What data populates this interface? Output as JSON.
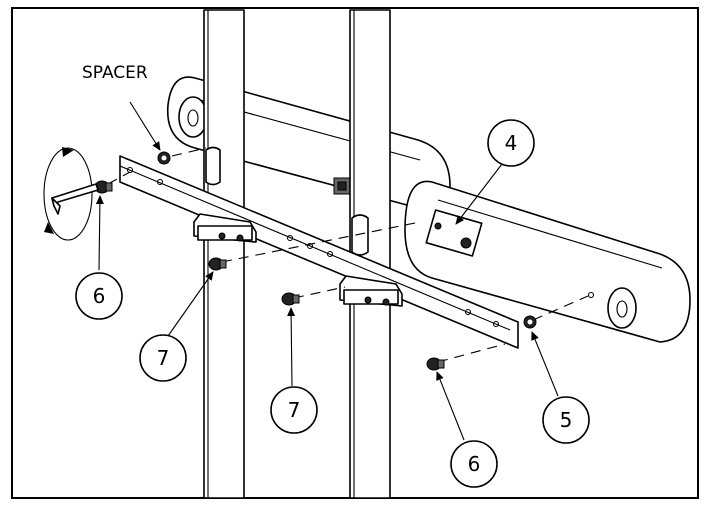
{
  "labels": {
    "spacer": "SPACER"
  },
  "callouts": {
    "c4": "4",
    "c5": "5",
    "c6_left": "6",
    "c6_bottom": "6",
    "c7_left": "7",
    "c7_middle": "7"
  }
}
